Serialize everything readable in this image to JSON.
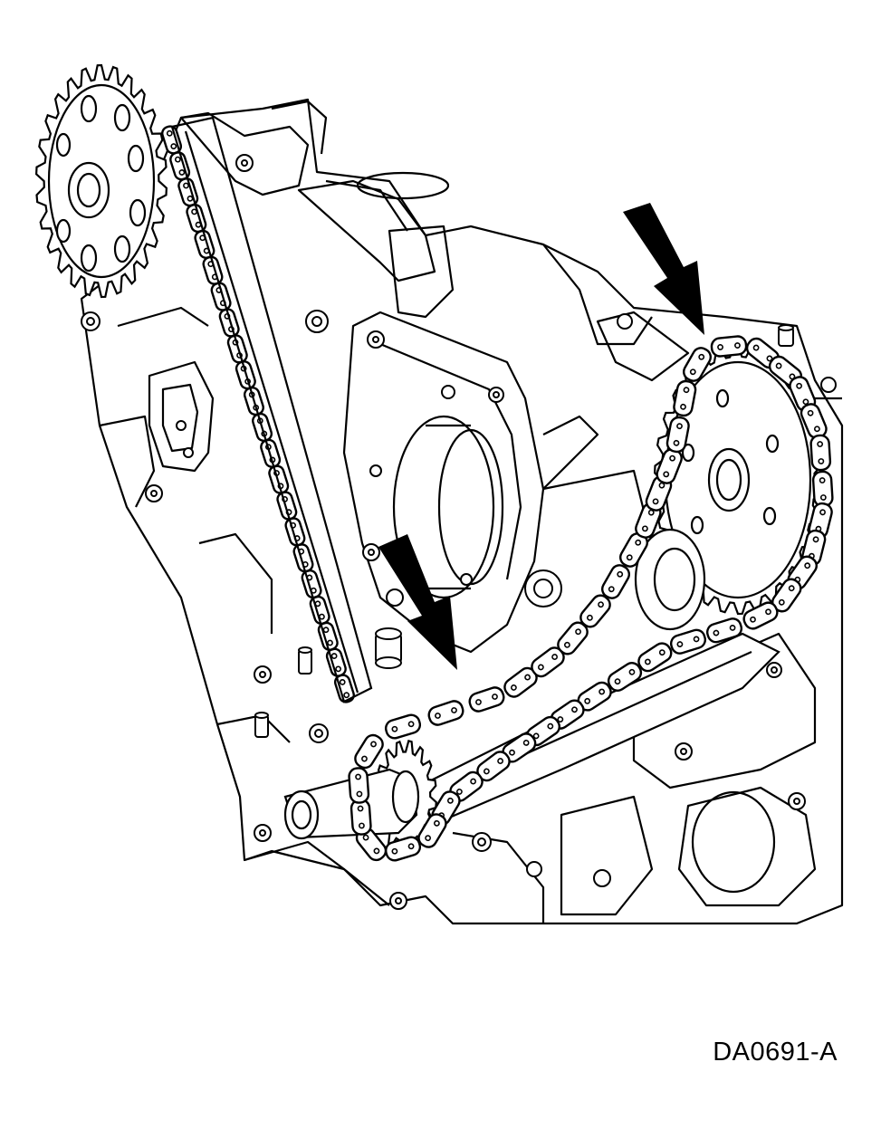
{
  "figure": {
    "id_label": "DA0691-A",
    "style": "black line art on white",
    "colors": {
      "line": "#000000",
      "fill": "#ffffff",
      "arrow": "#000000"
    },
    "parts": [
      "engine-block",
      "upper-left-sprocket",
      "left-chain",
      "chain-guide",
      "camshaft-sprocket",
      "crankshaft-sprocket",
      "timing-chain",
      "tensioner-arm",
      "alignment-arrow-upper",
      "alignment-arrow-lower"
    ]
  }
}
